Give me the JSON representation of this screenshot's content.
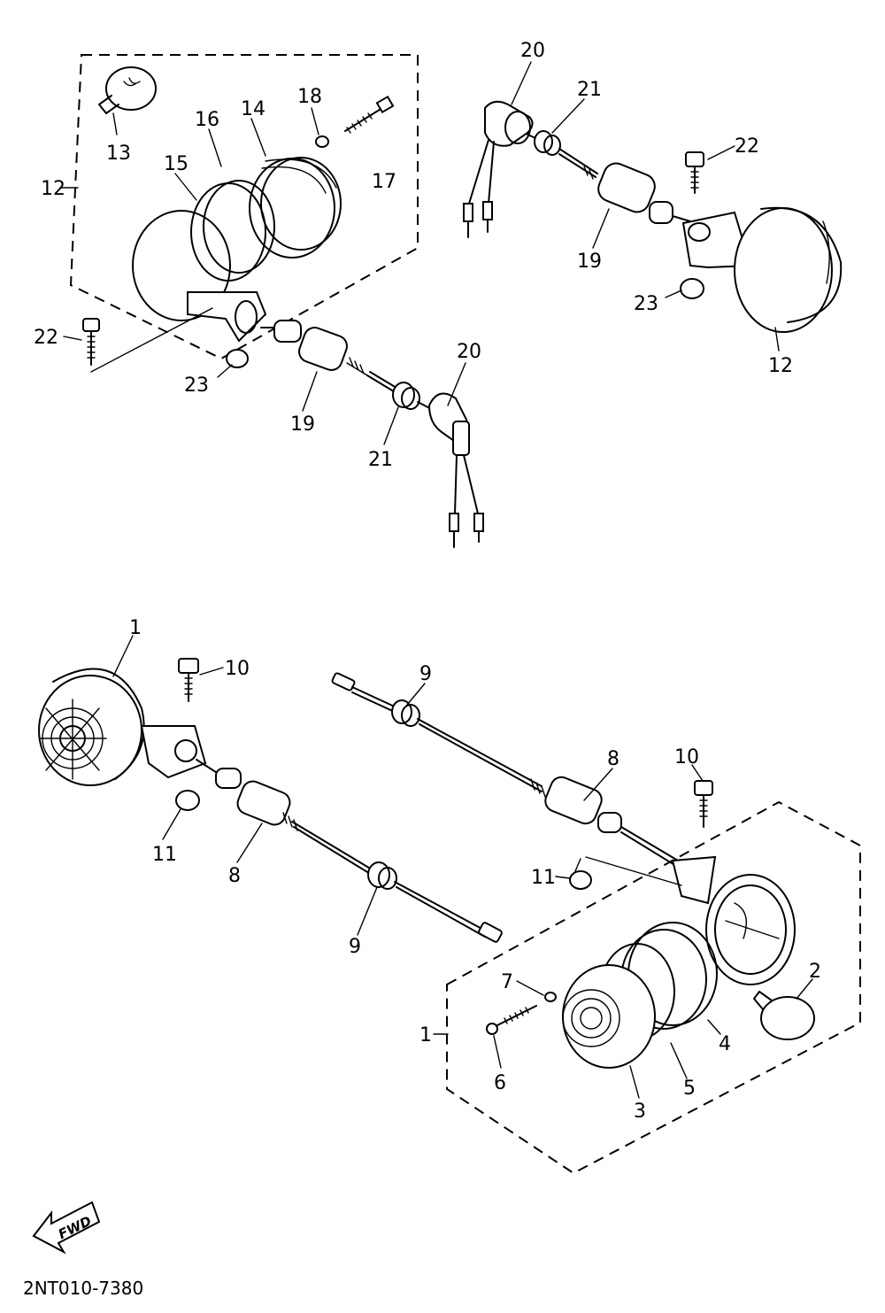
{
  "diagram_code": "2NT010-7380",
  "direction_arrow": "FWD",
  "labels": {
    "l1a": "1",
    "l1b": "1",
    "l2": "2",
    "l3": "3",
    "l4": "4",
    "l5": "5",
    "l6": "6",
    "l7": "7",
    "l8a": "8",
    "l8b": "8",
    "l9a": "9",
    "l9b": "9",
    "l10a": "10",
    "l10b": "10",
    "l11a": "11",
    "l11b": "11",
    "l12a": "12",
    "l12b": "12",
    "l13": "13",
    "l14": "14",
    "l15": "15",
    "l16": "16",
    "l17": "17",
    "l18": "18",
    "l19a": "19",
    "l19b": "19",
    "l20a": "20",
    "l20b": "20",
    "l21a": "21",
    "l21b": "21",
    "l22a": "22",
    "l22b": "22",
    "l23a": "23",
    "l23b": "23"
  }
}
